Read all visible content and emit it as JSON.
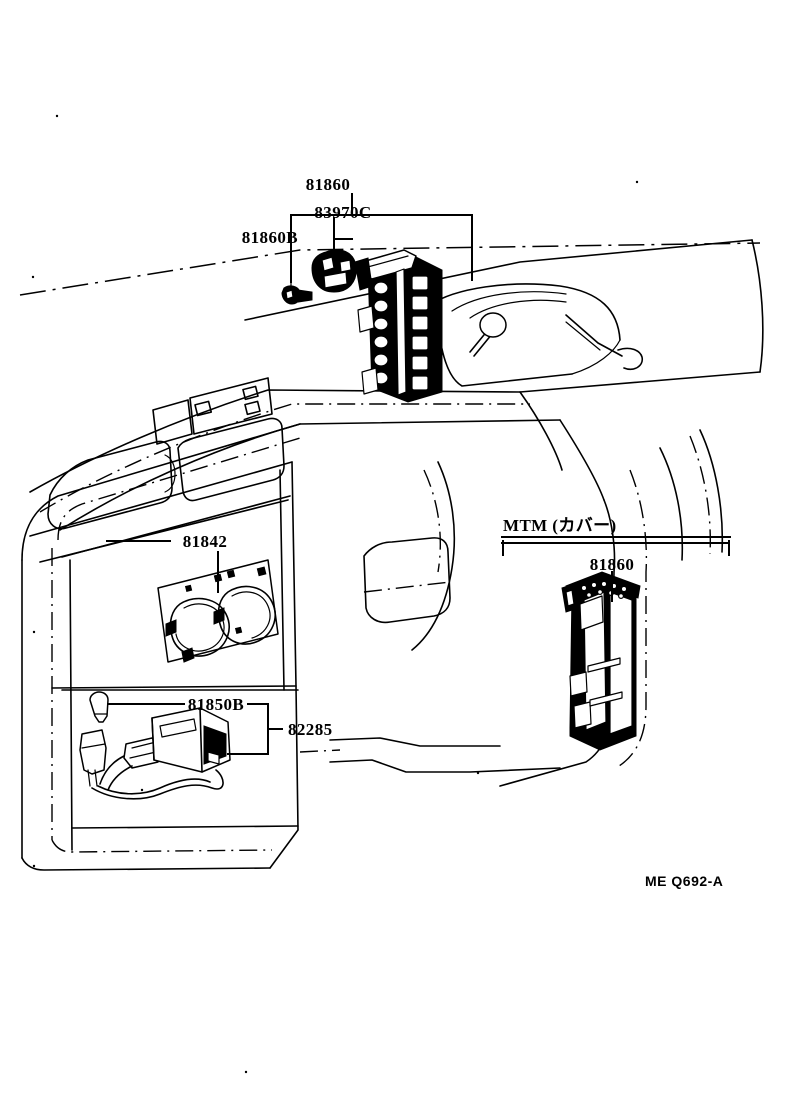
{
  "document": {
    "type": "automotive-parts-diagram",
    "drawing_code": "ME Q692-A",
    "background_color": "#ffffff",
    "line_color": "#000000"
  },
  "labels": {
    "top_assembly": "81860",
    "relay_round": "83970C",
    "clip_left": "81860B",
    "heater_control": "81842",
    "bulb_socket": "81850B",
    "harness_assembly": "82285",
    "mtm_group": "MTM (カバー)",
    "mtm_part": "81860",
    "drawing_ref": "ME Q692-A"
  },
  "parts": [
    {
      "code": "81860",
      "name": "junction-block-assembly",
      "region": "upper-dash"
    },
    {
      "code": "83970C",
      "name": "round-relay",
      "region": "upper-dash"
    },
    {
      "code": "81860B",
      "name": "clip-grommet",
      "region": "upper-dash"
    },
    {
      "code": "81842",
      "name": "heater-control-panel",
      "region": "lower-left-dash"
    },
    {
      "code": "81850B",
      "name": "bulb",
      "region": "lower-left-dash"
    },
    {
      "code": "82285",
      "name": "wire-harness-connector",
      "region": "lower-left-dash"
    },
    {
      "code": "81860",
      "name": "junction-block-cover",
      "region": "mtm-cover"
    }
  ]
}
